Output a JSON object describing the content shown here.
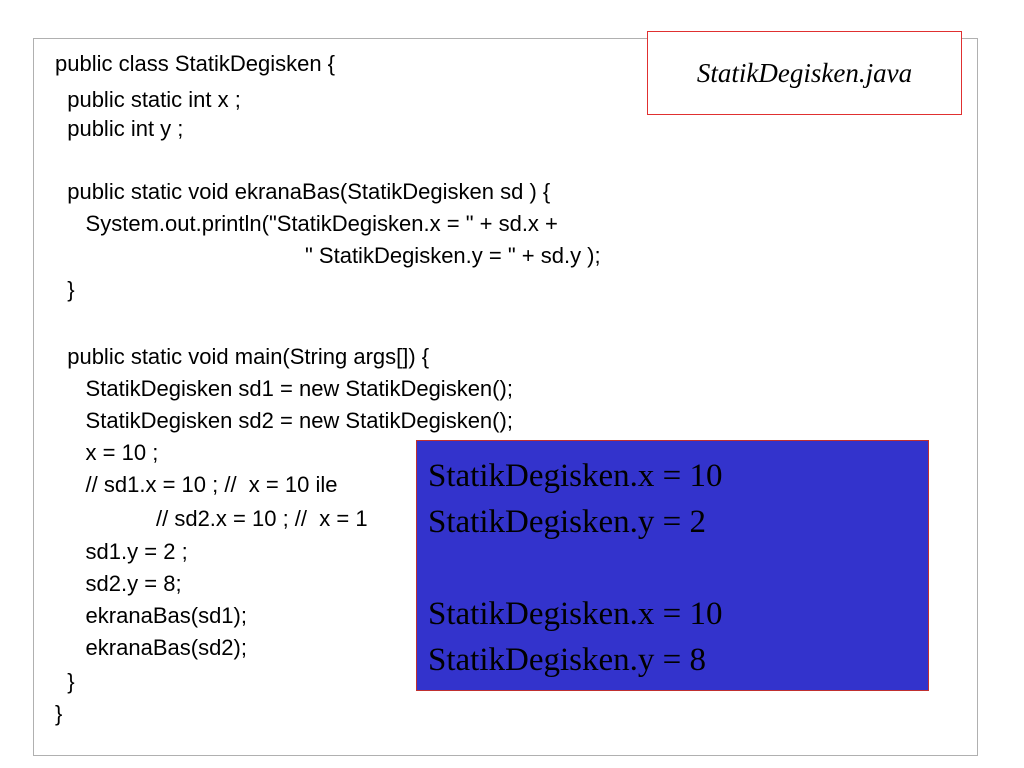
{
  "filename": "StatikDegisken.java",
  "code_lines": [
    "public class StatikDegisken {",
    "  public static int x ;",
    "  public int y ;",
    "",
    "  public static void ekranaBas(StatikDegisken sd ) {",
    "     System.out.println(\"StatikDegisken.x = \" + sd.x +",
    "\" StatikDegisken.y = \" + sd.y );",
    "  }",
    "",
    "  public static void main(String args[]) {",
    "     StatikDegisken sd1 = new StatikDegisken();",
    "     StatikDegisken sd2 = new StatikDegisken();",
    "     x = 10 ;",
    "     // sd1.x = 10 ; //  x = 10 ile",
    "// sd2.x = 10 ; //  x = 1",
    "     sd1.y = 2 ;",
    "     sd2.y = 8;",
    "     ekranaBas(sd1);",
    "     ekranaBas(sd2);",
    "  }",
    "}"
  ],
  "output_lines": [
    "StatikDegisken.x = 10",
    "StatikDegisken.y = 2",
    "",
    "StatikDegisken.x = 10",
    "StatikDegisken.y = 8"
  ],
  "colors": {
    "output_background": "#3333cc",
    "filename_border": "#e03030"
  }
}
